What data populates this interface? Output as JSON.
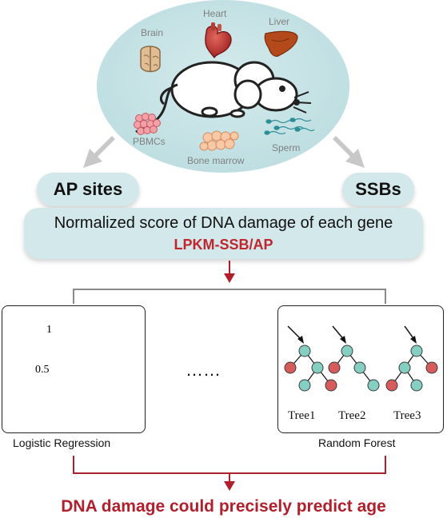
{
  "organs": {
    "heart": "Heart",
    "brain": "Brain",
    "liver": "Liver",
    "pbmcs": "PBMCs",
    "bone_marrow": "Bone marrow",
    "sperm": "Sperm"
  },
  "ap_sites": "AP sites",
  "ssbs": "SSBs",
  "score": {
    "title": "Normalized score of DNA damage of each gene",
    "metric": "LPKM-SSB/AP"
  },
  "logistic": {
    "tick_high": "1",
    "tick_mid": "0.5",
    "caption": "Logistic Regression"
  },
  "ellipsis": "……",
  "random_forest": {
    "trees": [
      "Tree1",
      "Tree2",
      "Tree3"
    ],
    "caption": "Random Forest"
  },
  "conclusion": "DNA damage could precisely predict age",
  "colors": {
    "ellipse": "#c8e3e5",
    "pill": "#d3e8ea",
    "accent_red": "#c0262d",
    "curve": "#c23a2a",
    "node_teal": "#84cfc2",
    "node_red": "#d85b5b",
    "gray_arrow": "#c8c8c8"
  }
}
